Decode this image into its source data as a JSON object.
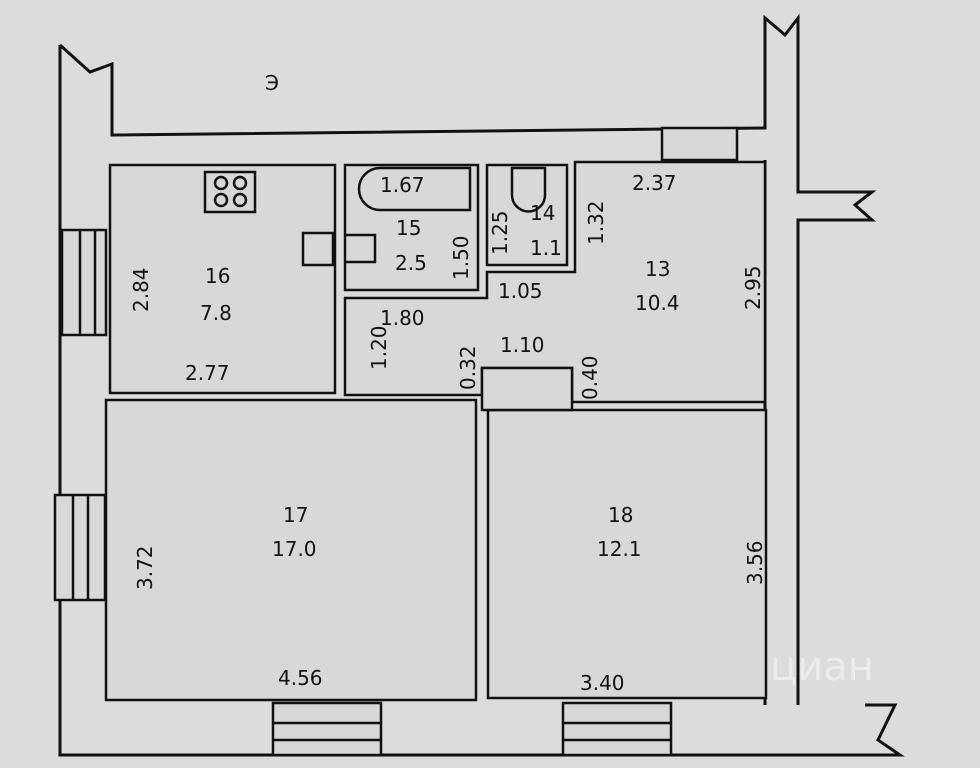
{
  "plan": {
    "background": "#dcdcdc",
    "line_color": "#111111",
    "room_fill": "#d6d6d6",
    "north_mark": "Э",
    "watermark": "циан",
    "rooms": [
      {
        "id": "16",
        "area": "7.8",
        "dims": [
          "2.84",
          "2.77"
        ],
        "type": "kitchen"
      },
      {
        "id": "15",
        "area": "2.5",
        "dims": [
          "1.67",
          "1.50",
          "1.80"
        ],
        "type": "bathroom"
      },
      {
        "id": "14",
        "area": "1.1",
        "dims": [
          "1.25",
          "1.05"
        ],
        "type": "toilet"
      },
      {
        "id": "13",
        "area": "10.4",
        "dims": [
          "2.37",
          "2.95",
          "1.32",
          "1.20",
          "1.10",
          "0.32",
          "0.40"
        ],
        "type": "hallway"
      },
      {
        "id": "17",
        "area": "17.0",
        "dims": [
          "3.72",
          "4.56"
        ],
        "type": "room"
      },
      {
        "id": "18",
        "area": "12.1",
        "dims": [
          "3.56",
          "3.40"
        ],
        "type": "room"
      }
    ],
    "labels": {
      "r16_num": "16",
      "r16_area": "7.8",
      "r16_h": "2.84",
      "r16_w": "2.77",
      "r15_num": "15",
      "r15_area": "2.5",
      "r15_bath": "1.67",
      "r15_h": "1.50",
      "r15_w": "1.80",
      "r14_num": "14",
      "r14_area": "1.1",
      "r14_h": "1.25",
      "r14_w": "1.05",
      "r13_num": "13",
      "r13_area": "10.4",
      "r13_top": "2.37",
      "r13_h": "2.95",
      "r13_left": "1.32",
      "corr_h": "1.20",
      "corr_w": "1.10",
      "corr_a": "0.32",
      "corr_b": "0.40",
      "r17_num": "17",
      "r17_area": "17.0",
      "r17_h": "3.72",
      "r17_w": "4.56",
      "r18_num": "18",
      "r18_area": "12.1",
      "r18_h": "3.56",
      "r18_w": "3.40"
    }
  }
}
